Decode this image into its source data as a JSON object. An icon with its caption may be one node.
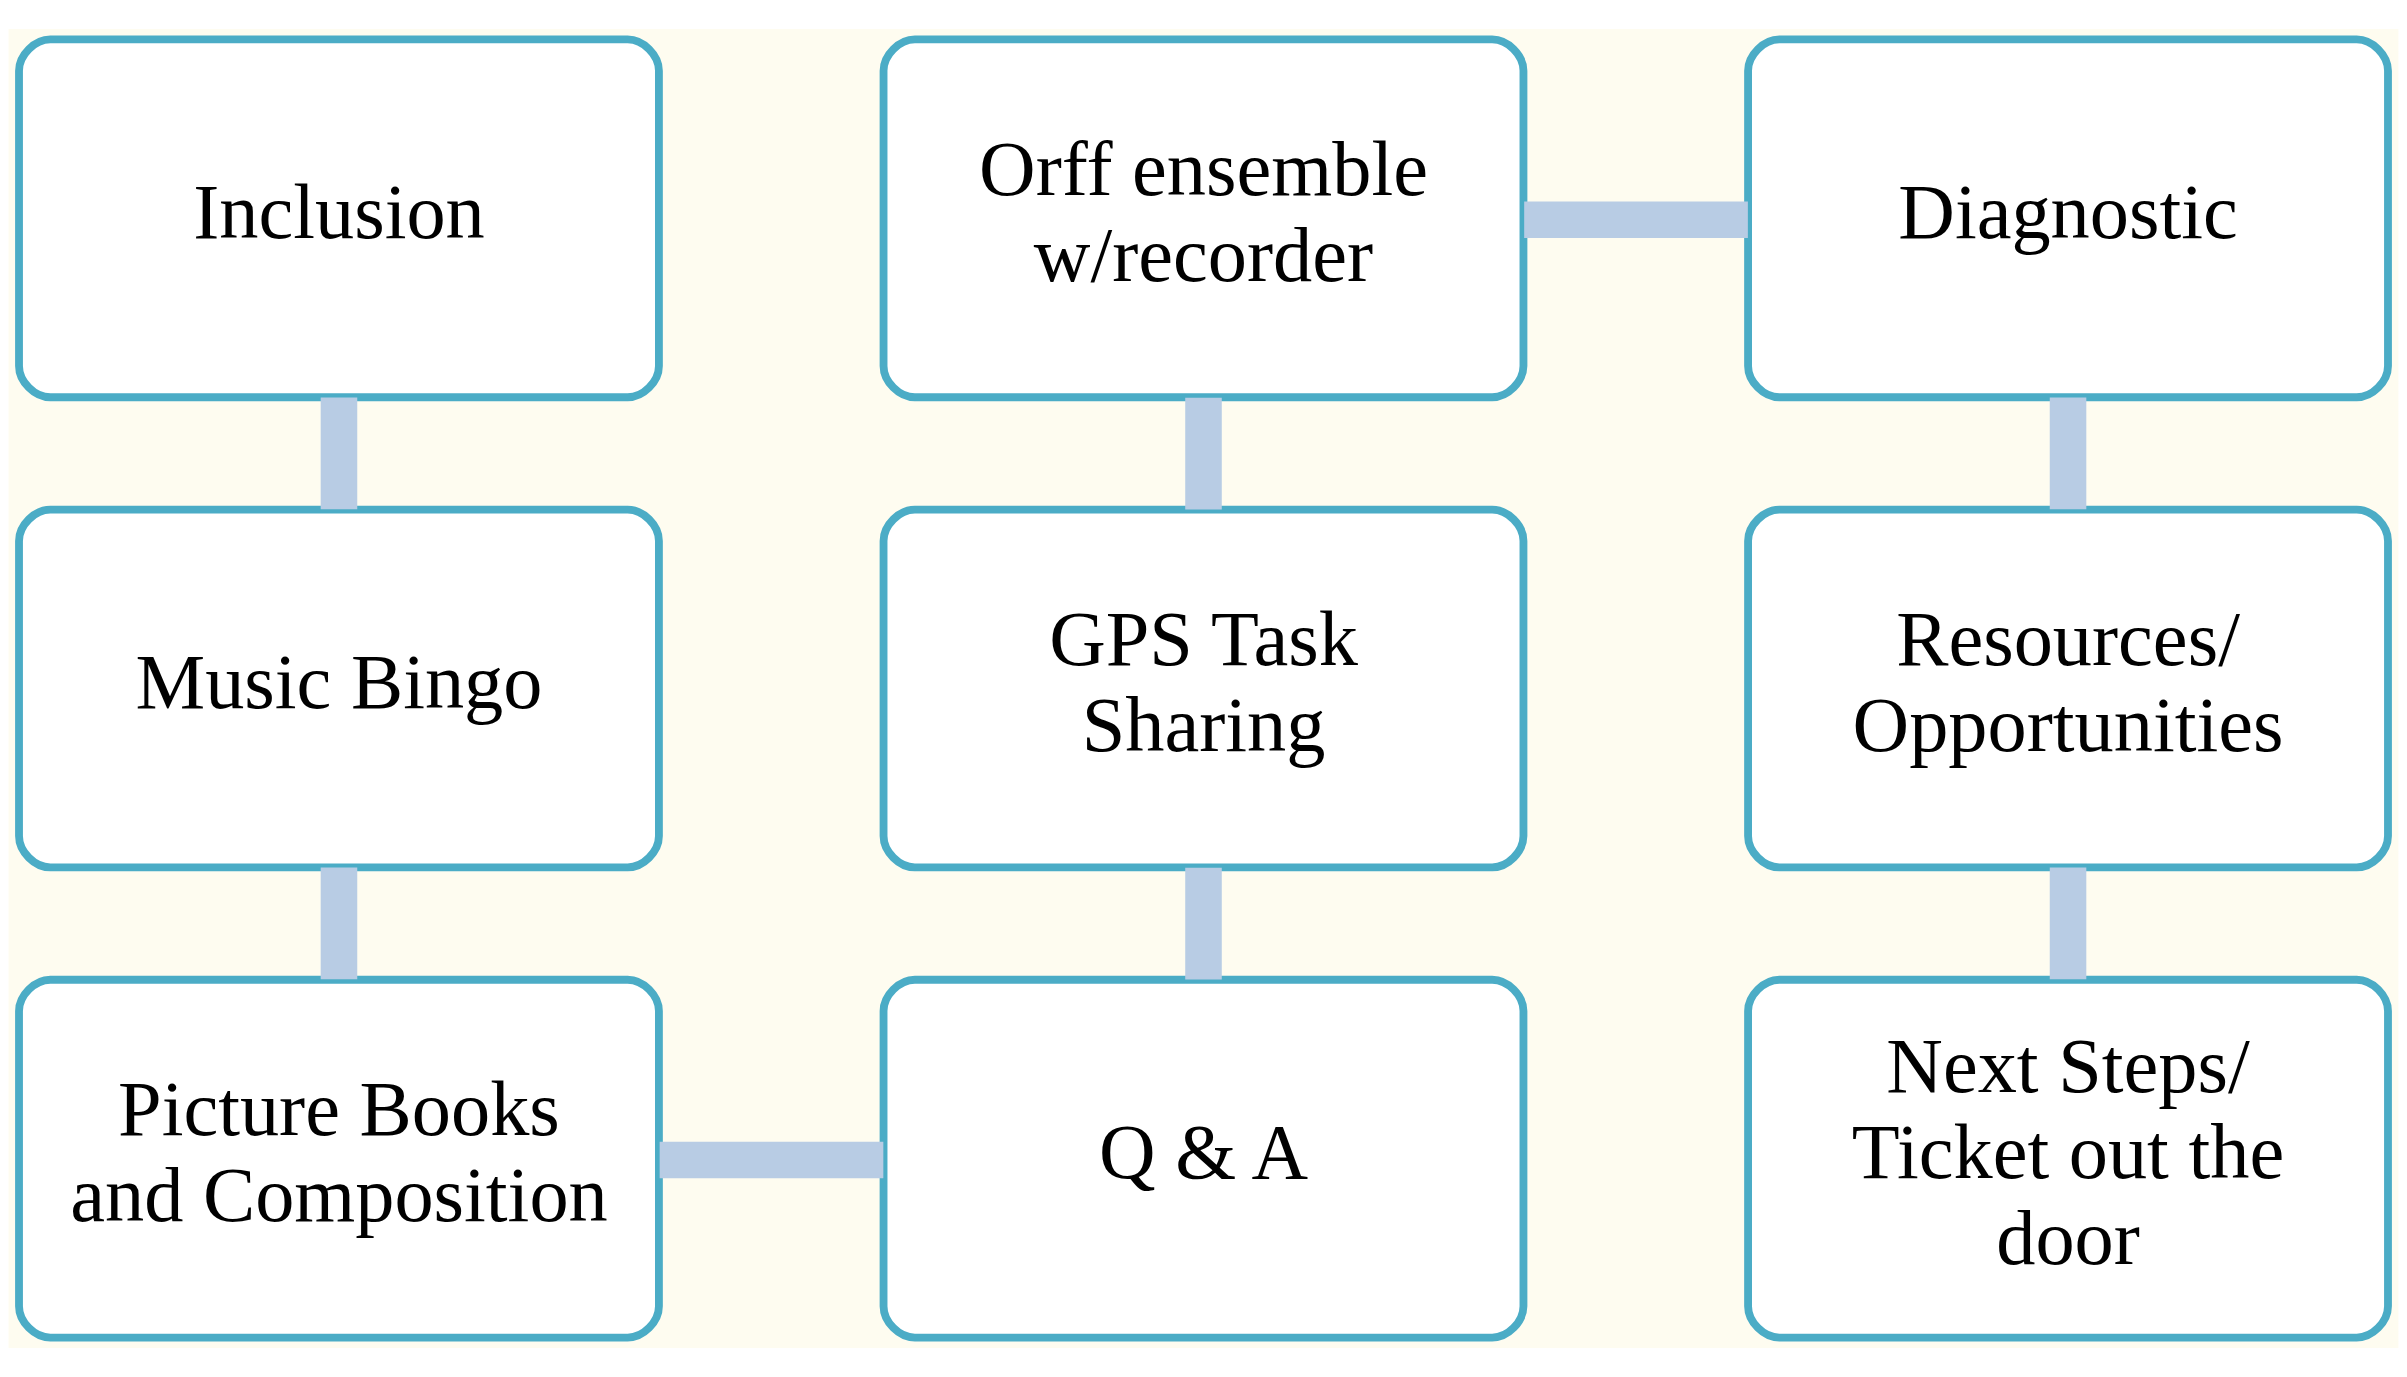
{
  "diagram": {
    "nodes": [
      {
        "text": [
          "Inclusion"
        ]
      },
      {
        "text": [
          "Orff ensemble w/recorder"
        ]
      },
      {
        "text": [
          "Diagnostic"
        ]
      },
      {
        "text": [
          "Music Bingo"
        ]
      },
      {
        "text": [
          "GPS Task Sharing"
        ]
      },
      {
        "text": [
          "Resources/ Opportunities"
        ]
      },
      {
        "text": [
          "Picture Books and Composition"
        ]
      },
      {
        "text": [
          "Q & A"
        ]
      },
      {
        "text": [
          "Next Steps/ Ticket out the door"
        ]
      }
    ],
    "edges": [
      {
        "from": 0,
        "to": 3,
        "arrow": "none"
      },
      {
        "from": 3,
        "to": 6,
        "arrow": "none"
      },
      {
        "from": 6,
        "to": 7,
        "arrow": "none"
      },
      {
        "from": 7,
        "to": 4,
        "arrow": "none"
      },
      {
        "from": 4,
        "to": 1,
        "arrow": "none"
      },
      {
        "from": 1,
        "to": 2,
        "arrow": "none"
      },
      {
        "from": 2,
        "to": 5,
        "arrow": "none"
      },
      {
        "from": 5,
        "to": 8,
        "arrow": "none"
      }
    ]
  }
}
